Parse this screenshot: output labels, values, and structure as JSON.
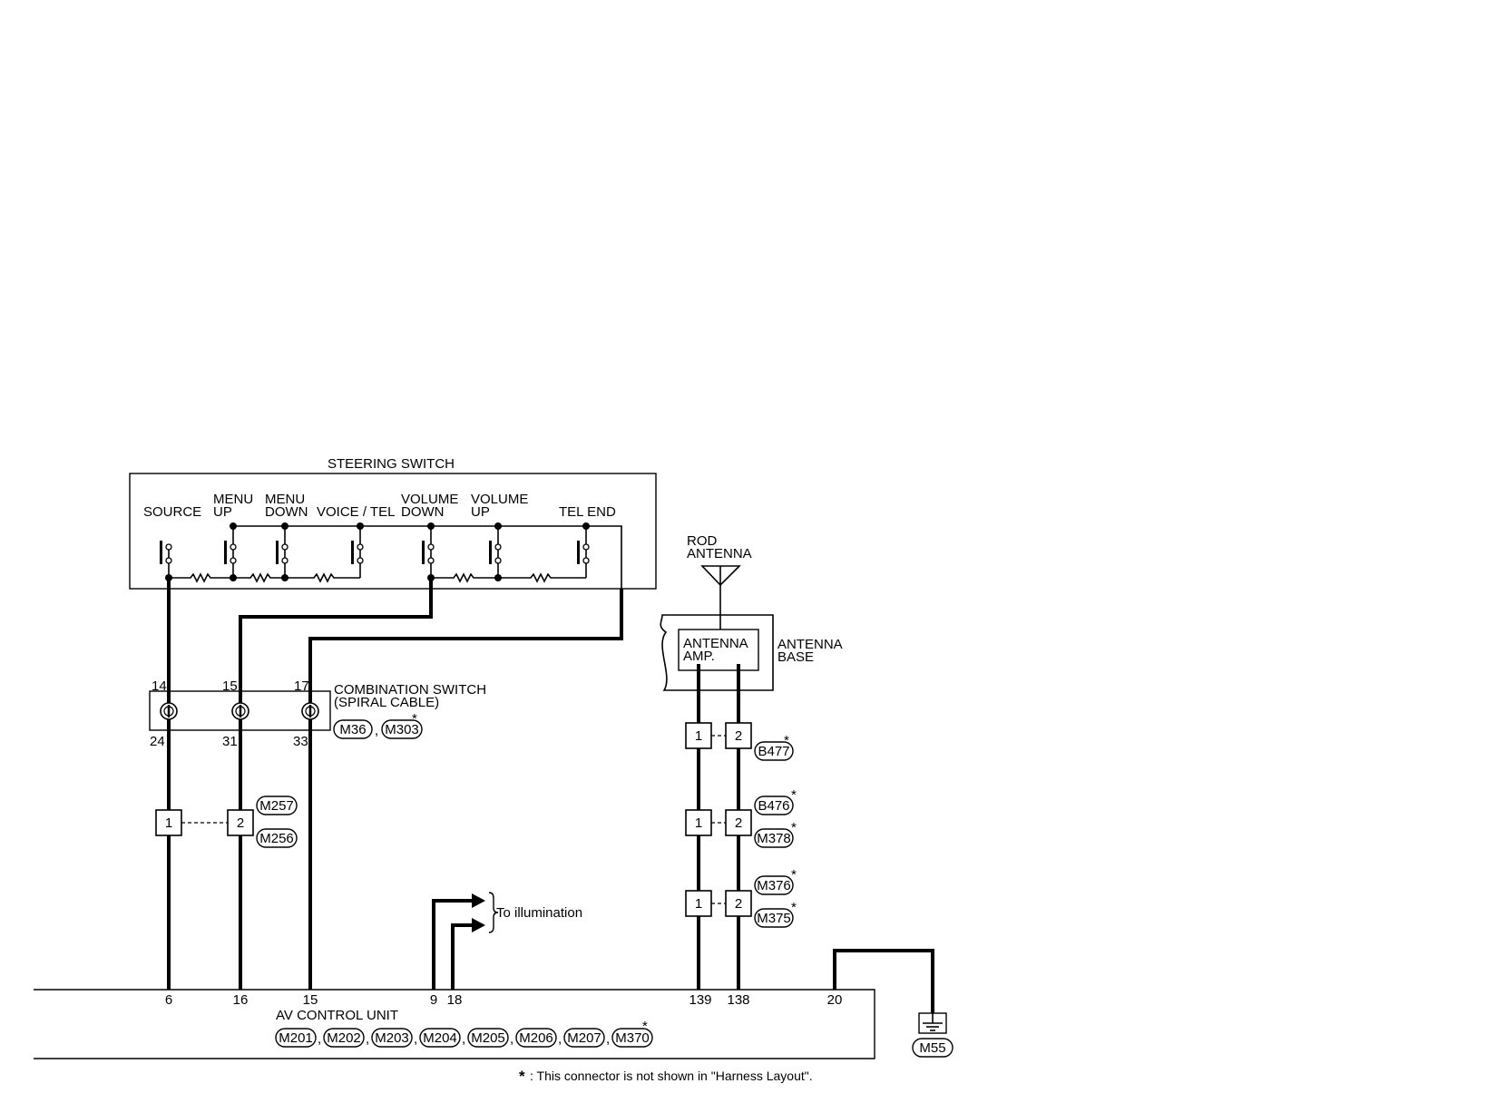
{
  "steering_switch": {
    "title": "STEERING SWITCH",
    "switches": [
      {
        "line1": "",
        "line2": "SOURCE"
      },
      {
        "line1": "MENU",
        "line2": "UP"
      },
      {
        "line1": "MENU",
        "line2": "DOWN"
      },
      {
        "line1": "",
        "line2": "VOICE / TEL"
      },
      {
        "line1": "VOLUME",
        "line2": "DOWN"
      },
      {
        "line1": "VOLUME",
        "line2": "UP"
      },
      {
        "line1": "",
        "line2": "TEL END"
      }
    ]
  },
  "combination_switch": {
    "line1": "COMBINATION SWITCH",
    "line2": "(SPIRAL CABLE)",
    "top_pins": [
      "14",
      "15",
      "17"
    ],
    "bottom_pins": [
      "24",
      "31",
      "33"
    ],
    "connectors": [
      "M36",
      "M303"
    ],
    "separator": ","
  },
  "harness_left": {
    "pins": [
      "1",
      "2"
    ],
    "connectors": [
      "M257",
      "M256"
    ]
  },
  "rod_antenna": {
    "line1": "ROD",
    "line2": "ANTENNA"
  },
  "antenna_amp": {
    "line1": "ANTENNA",
    "line2": "AMP."
  },
  "antenna_base": {
    "line1": "ANTENNA",
    "line2": "BASE"
  },
  "antenna_connectors": [
    {
      "pins": [
        "1",
        "2"
      ],
      "labels": [
        "B477"
      ]
    },
    {
      "pins": [
        "1",
        "2"
      ],
      "labels": [
        "B476",
        "M378"
      ]
    },
    {
      "pins": [
        "1",
        "2"
      ],
      "labels": [
        "M376",
        "M375"
      ]
    }
  ],
  "illumination": {
    "label": "To illumination"
  },
  "av_control_unit": {
    "title": "AV CONTROL UNIT",
    "pins": [
      "6",
      "16",
      "15",
      "9",
      "18",
      "139",
      "138",
      "20"
    ],
    "connectors": [
      "M201",
      "M202",
      "M203",
      "M204",
      "M205",
      "M206",
      "M207",
      "M370"
    ],
    "separator": ","
  },
  "ground": {
    "connector": "M55"
  },
  "asterisk": "*",
  "footnote": ": This connector is not shown in \"Harness Layout\"."
}
